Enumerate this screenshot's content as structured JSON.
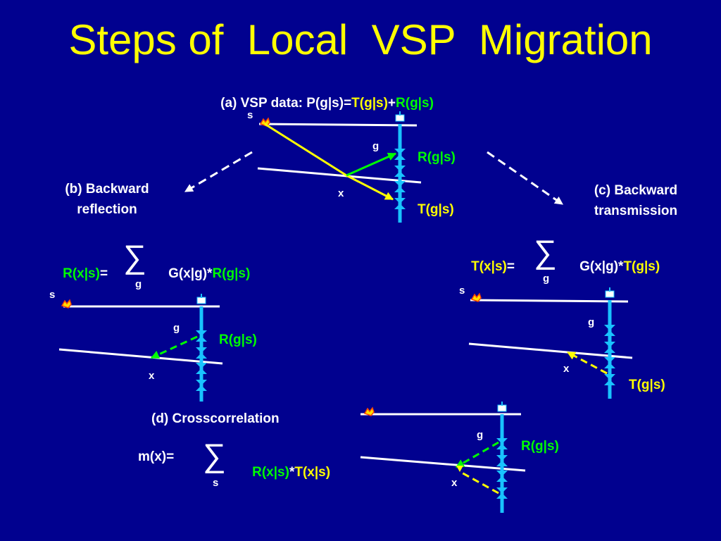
{
  "title": "Steps of  Local  VSP  Migration",
  "colors": {
    "background": "#01018f",
    "title": "#ffff00",
    "transmitted": "#ffff00",
    "reflected": "#00ff00",
    "well": "#19c3ff",
    "text": "#ffffff"
  },
  "panel_a": {
    "heading_prefix": "(a) VSP data: P(g|s)=",
    "heading_t": "T(g|s)",
    "heading_plus": "+",
    "heading_r": "R(g|s)",
    "s": "s",
    "g": "g",
    "x": "x",
    "r_label": "R(g|s)",
    "t_label": "T(g|s)"
  },
  "panel_b": {
    "heading": "(b) Backward\nreflection",
    "lhs": "R(x|s)",
    "eq": "=",
    "sum": "∑",
    "sum_index": "g",
    "rhs_prefix": "G(x|g)*",
    "rhs_r": "R(g|s)",
    "s": "s",
    "g": "g",
    "x": "x",
    "r_label": "R(g|s)"
  },
  "panel_c": {
    "heading": "(c) Backward\ntransmission",
    "lhs": "T(x|s)",
    "eq": "=",
    "sum": "∑",
    "sum_index": "g",
    "rhs_prefix": "G(x|g)*",
    "rhs_t": "T(g|s)",
    "s": "s",
    "g": "g",
    "x": "x",
    "t_label": "T(g|s)"
  },
  "panel_d": {
    "heading": "(d) Crosscorrelation",
    "lhs": "m(x)=",
    "sum": "∑",
    "sum_index": "s",
    "rhs_r": "R(x|s)",
    "rhs_star": "*",
    "rhs_t": "T(x|s)",
    "g": "g",
    "x": "x",
    "r_label": "R(g|s)"
  }
}
